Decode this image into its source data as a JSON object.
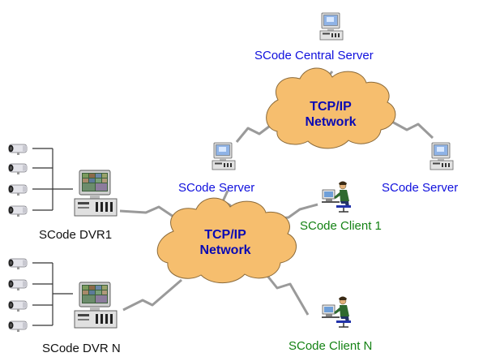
{
  "colors": {
    "cloud_fill": "#f6be6e",
    "server_label": "#1010dd",
    "client_label": "#148214",
    "dvr_label": "#111111",
    "cloud_text": "#0a0ab4",
    "link": "#9a9a9a"
  },
  "clouds": {
    "top": {
      "line1": "TCP/IP",
      "line2": "Network"
    },
    "bottom": {
      "line1": "TCP/IP",
      "line2": "Network"
    }
  },
  "labels": {
    "central_server": "SCode Central Server",
    "server_left": "SCode Server",
    "server_right": "SCode Server",
    "client_1": "SCode Client 1",
    "client_n": "SCode Client N",
    "dvr_1": "SCode DVR1",
    "dvr_n": "SCode DVR N"
  },
  "icons": {
    "server": "desktop-computer-icon",
    "dvr": "dvr-computer-icon",
    "client": "person-at-computer-icon",
    "camera": "cctv-camera-icon"
  }
}
